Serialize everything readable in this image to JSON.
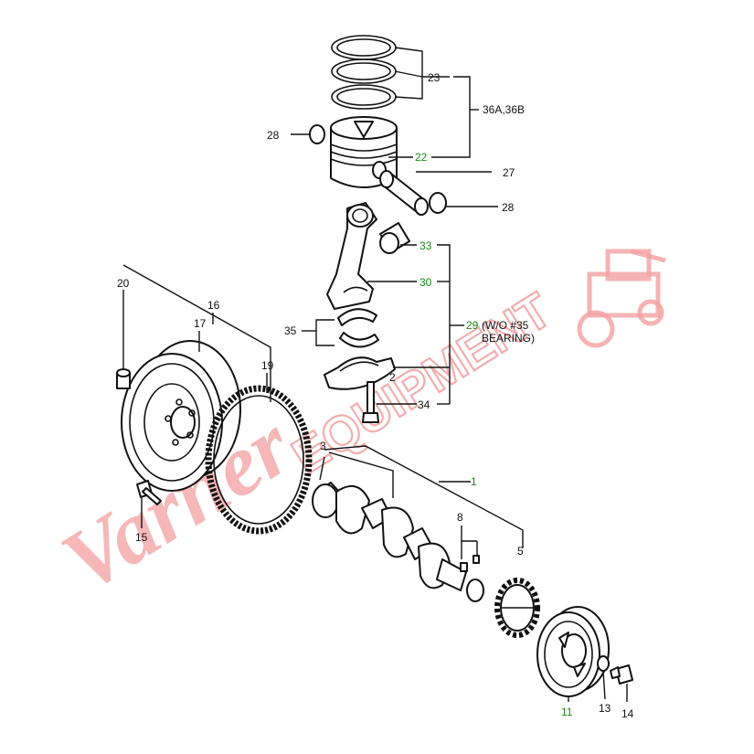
{
  "watermark": {
    "script_text": "Varner",
    "block_text": "EQUIPMENT",
    "color": "#f2a0a0"
  },
  "colors": {
    "callout_highlight": "#1a8a1a",
    "line": "#111111"
  },
  "callouts": {
    "c23": "23",
    "c36": "36A,36B",
    "c28a": "28",
    "c22": "22",
    "c27": "27",
    "c28b": "28",
    "c33": "33",
    "c30": "30",
    "c35": "35",
    "c29": "29",
    "c29note": "(W/O #35",
    "c29note2": "BEARING)",
    "c2": "2",
    "c34": "34",
    "c20": "20",
    "c16": "16",
    "c17": "17",
    "c19": "19",
    "c3": "3",
    "c1": "1",
    "c8": "8",
    "c5": "5",
    "c15": "15",
    "c11": "11",
    "c13": "13",
    "c14": "14"
  }
}
